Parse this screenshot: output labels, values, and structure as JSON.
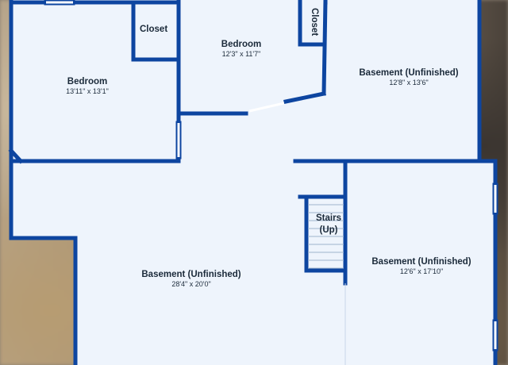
{
  "plan": {
    "colors": {
      "wall": "#0d45a0",
      "floor": "#eef4fc",
      "window": "#ffffff",
      "text": "#1b2a3a"
    },
    "rooms": {
      "bedroom_left": {
        "name": "Bedroom",
        "dim": "13'11\" x 13'1\""
      },
      "bedroom_mid": {
        "name": "Bedroom",
        "dim": "12'3\" x 11'7\""
      },
      "basement_top_right": {
        "name": "Basement (Unfinished)",
        "dim": "12'8\" x 13'6\""
      },
      "basement_main": {
        "name": "Basement (Unfinished)",
        "dim": "28'4\" x 20'0\""
      },
      "basement_bottom_right": {
        "name": "Basement (Unfinished)",
        "dim": "12'6\" x 17'10\""
      }
    },
    "closet_left": "Closet",
    "closet_top": "Closet",
    "stairs_line1": "Stairs",
    "stairs_line2": "(Up)"
  }
}
